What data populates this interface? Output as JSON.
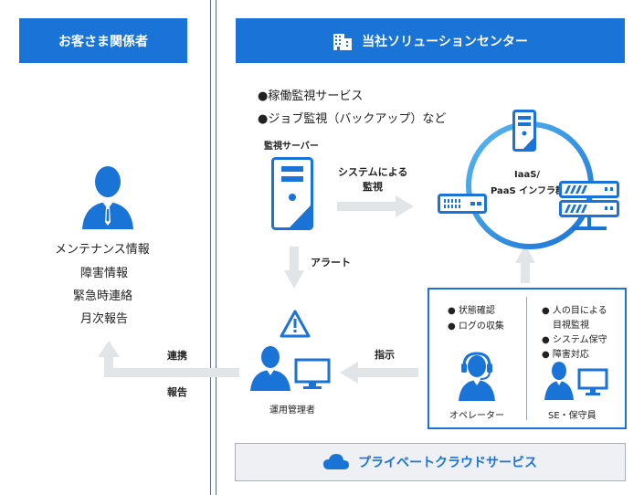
{
  "customer": {
    "title": "お客さま関係者",
    "items": [
      "メンテナンス情報",
      "障害情報",
      "緊急時連絡",
      "月次報告"
    ]
  },
  "center": {
    "title": "当社ソリューションセンター",
    "bullets": [
      "●稼働監視サービス",
      "●ジョブ監視（バックアップ）など"
    ]
  },
  "monitor_server_label": "監視サーバー",
  "system_monitor_label": [
    "システムによる",
    "監視"
  ],
  "alert_label": "アラート",
  "cloud_label": [
    "IaaS/",
    "PaaS インフラ群"
  ],
  "operator_box": {
    "left_bullets": [
      "● 状態確認",
      "● ログの収集"
    ],
    "right_bullets": [
      "● 人の目による",
      "目視監視",
      "● システム保守",
      "● 障害対応"
    ],
    "operator_label": "オペレーター",
    "se_label": "SE・保守員"
  },
  "instruction_label": "指示",
  "manager_label": "運用管理者",
  "link_label": "連携",
  "report_label": "報告",
  "private_cloud_label": "プライベートクラウドサービス",
  "colors": {
    "brand_blue": "#1a73d6",
    "arrow_gray": "#e2e5e8",
    "ring_start": "#5ab8ef",
    "ring_end": "#1a73d6"
  }
}
